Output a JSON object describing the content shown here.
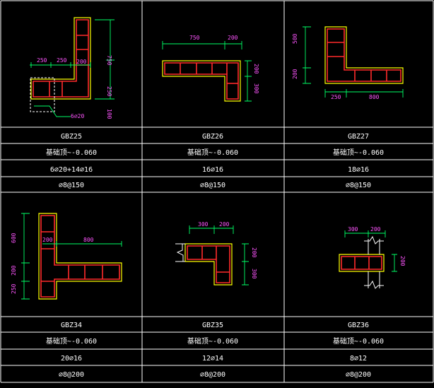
{
  "columns": [
    {
      "name": "GBZ25",
      "elevation": "基础顶~-0.060",
      "longitudinal": "6⌀20+14⌀16",
      "stirrup": "⌀8@150",
      "dims": {
        "d1": "250",
        "d2": "250",
        "d3": "200",
        "d4": "750",
        "d5": "250",
        "d6": "100"
      },
      "callout": "6⌀20"
    },
    {
      "name": "GBZ26",
      "elevation": "基础顶~-0.060",
      "longitudinal": "16⌀16",
      "stirrup": "⌀8@150",
      "dims": {
        "d1": "750",
        "d2": "200",
        "d3": "200",
        "d4": "300"
      }
    },
    {
      "name": "GBZ27",
      "elevation": "基础顶~-0.060",
      "longitudinal": "18⌀16",
      "stirrup": "⌀8@150",
      "dims": {
        "d1": "500",
        "d2": "200",
        "d3": "250",
        "d4": "800"
      }
    },
    {
      "name": "GBZ34",
      "elevation": "基础顶~-0.060",
      "longitudinal": "20⌀16",
      "stirrup": "⌀8@200",
      "dims": {
        "d1": "600",
        "d2": "200",
        "d3": "250",
        "d4": "200",
        "d5": "800"
      }
    },
    {
      "name": "GBZ35",
      "elevation": "基础顶~-0.060",
      "longitudinal": "12⌀14",
      "stirrup": "⌀8@200",
      "dims": {
        "d1": "300",
        "d2": "200",
        "d3": "200",
        "d4": "300"
      }
    },
    {
      "name": "GBZ36",
      "elevation": "基础顶~-0.060",
      "longitudinal": "8⌀12",
      "stirrup": "⌀8@200",
      "dims": {
        "d1": "300",
        "d2": "200",
        "d3": "200"
      }
    }
  ],
  "colors": {
    "grid": "#ffffff",
    "wall": "#ffff00",
    "rebar": "#ff2a2a",
    "dimension": "#00ff66",
    "dimtext": "#ff55ff"
  }
}
